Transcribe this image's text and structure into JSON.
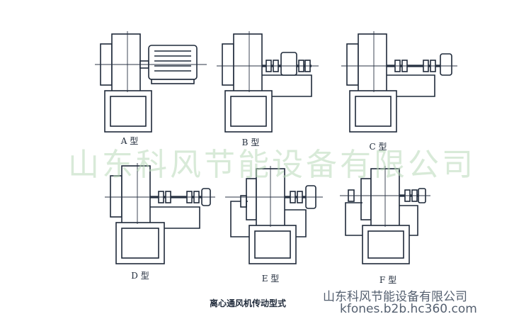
{
  "labels": {
    "type_a": "A 型",
    "type_b": "B 型",
    "type_c": "C 型",
    "type_d": "D 型",
    "type_e": "E 型",
    "type_f": "F 型"
  },
  "caption": "离心通风机传动型式",
  "watermark": {
    "company": "山东科风节能设备有限公司",
    "company_small": "山东科风节能设备有限公司",
    "site": "kfones.b2b.hc360.com"
  },
  "colors": {
    "ink": "#1f2a3a",
    "watermark_green": "#b9d9b9",
    "watermark_gray": "#556070"
  }
}
